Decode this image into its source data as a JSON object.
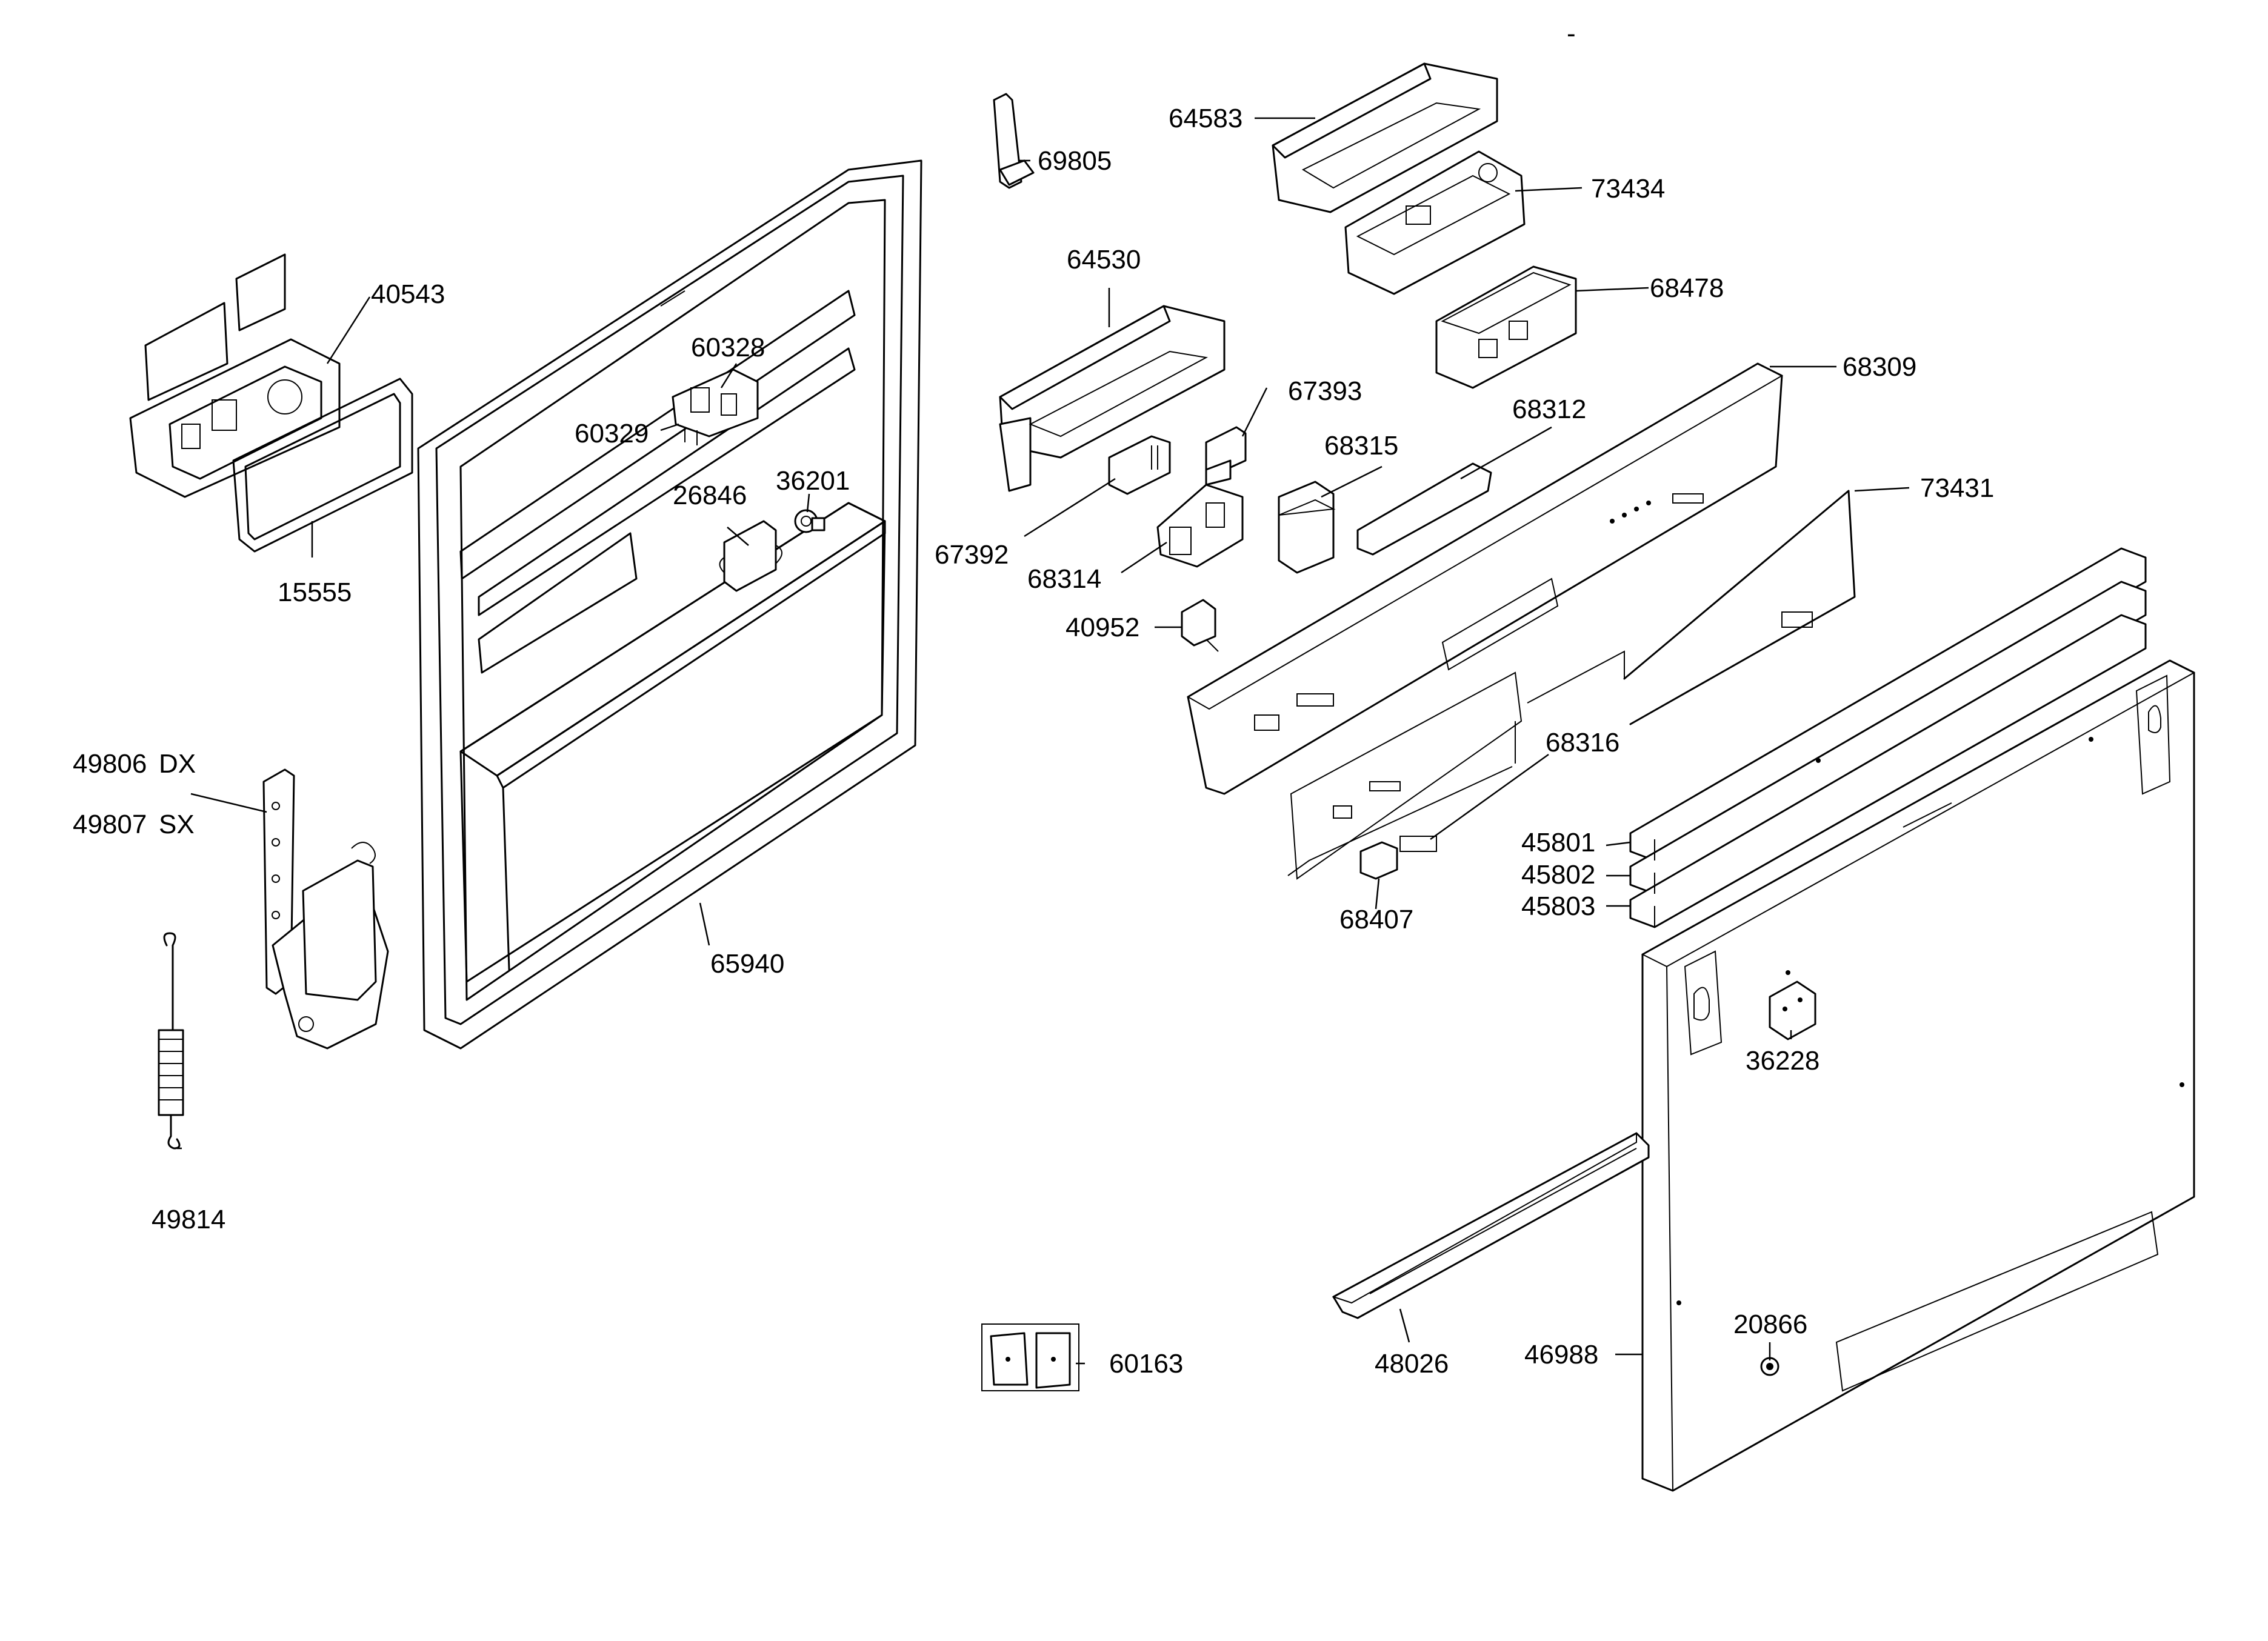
{
  "parts": {
    "p40543": "40543",
    "p15555": "15555",
    "p60328": "60328",
    "p60329": "60329",
    "p26846": "26846",
    "p36201": "36201",
    "p49806": "49806",
    "p49806_side": "DX",
    "p49807": "49807",
    "p49807_side": "SX",
    "p49814": "49814",
    "p65940": "65940",
    "p69805": "69805",
    "p64583": "64583",
    "p73434": "73434",
    "p68478": "68478",
    "p64530": "64530",
    "p67393": "67393",
    "p68309": "68309",
    "p68312": "68312",
    "p68315": "68315",
    "p67392": "67392",
    "p68314": "68314",
    "p73431": "73431",
    "p40952": "40952",
    "p68316": "68316",
    "p45801": "45801",
    "p45802": "45802",
    "p45803": "45803",
    "p68407": "68407",
    "p36228": "36228",
    "p60163": "60163",
    "p48026": "48026",
    "p46988": "46988",
    "p20866": "20866",
    "corner_mark": "-"
  }
}
